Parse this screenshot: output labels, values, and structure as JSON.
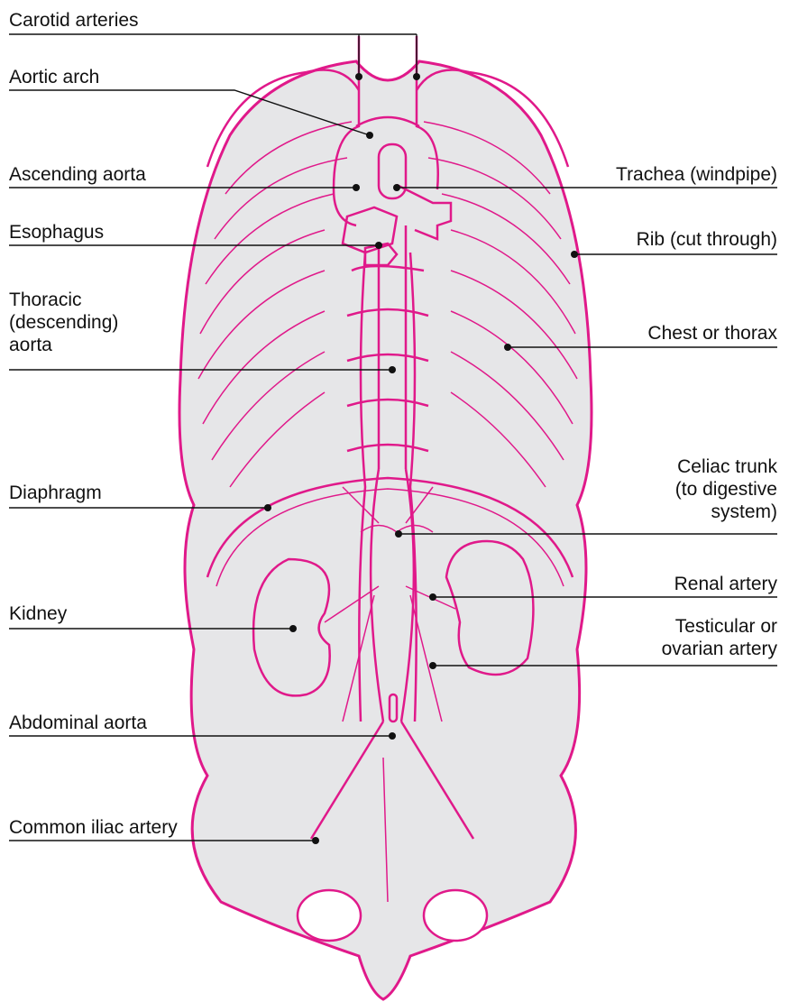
{
  "colors": {
    "outline": "#e0198a",
    "fill": "#e6e6e8",
    "leader": "#111111",
    "background": "#ffffff"
  },
  "labels": {
    "carotid_arteries": "Carotid arteries",
    "aortic_arch": "Aortic arch",
    "ascending_aorta": "Ascending aorta",
    "esophagus": "Esophagus",
    "thoracic_aorta": "Thoracic\n(descending)\naorta",
    "diaphragm": "Diaphragm",
    "kidney": "Kidney",
    "abdominal_aorta": "Abdominal aorta",
    "common_iliac_artery": "Common iliac artery",
    "trachea": "Trachea (windpipe)",
    "rib": "Rib (cut through)",
    "chest": "Chest or thorax",
    "celiac_trunk": "Celiac trunk\n(to digestive\nsystem)",
    "renal_artery": "Renal artery",
    "testicular_ovarian_artery": "Testicular or\novarian artery"
  }
}
